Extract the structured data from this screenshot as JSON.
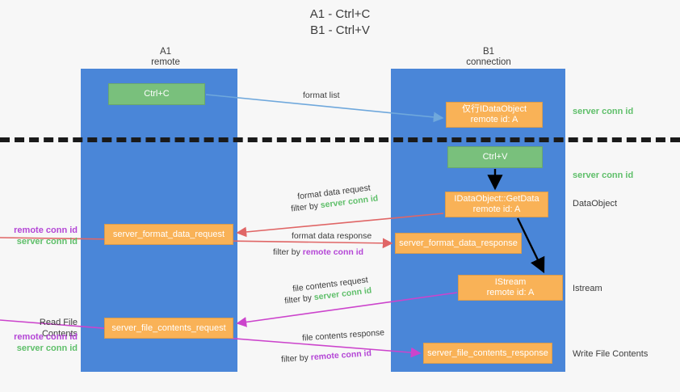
{
  "title": {
    "line1": "A1 - Ctrl+C",
    "line2": "B1 - Ctrl+V"
  },
  "columns": {
    "left": {
      "name": "A1",
      "role": "remote"
    },
    "right": {
      "name": "B1",
      "role": "connection"
    }
  },
  "nodes": {
    "ctrl_c": {
      "label": "Ctrl+C",
      "color": "#79c07c"
    },
    "idataobject": {
      "line1": "仅行IDataObject",
      "line2": "remote id: A",
      "color": "#f9b257"
    },
    "ctrl_v": {
      "label": "Ctrl+V",
      "color": "#79c07c"
    },
    "getdata": {
      "line1": "IDataObject::GetData",
      "line2": "remote id: A",
      "color": "#f9b257"
    },
    "istream": {
      "line1": "IStream",
      "line2": "remote id: A",
      "color": "#f9b257"
    },
    "server_format_data_request": {
      "label": "server_format_data_request"
    },
    "server_format_data_response": {
      "label": "server_format_data_response"
    },
    "server_file_contents_request": {
      "label": "server_file_contents_request"
    },
    "server_file_contents_response": {
      "label": "server_file_contents_response"
    }
  },
  "edges": {
    "format_list": "format list",
    "format_data_request": "format data request",
    "format_data_request_filter_prefix": "filter by ",
    "format_data_request_filter_value": "server conn id",
    "format_data_response": "format data response",
    "format_data_response_filter_prefix": "filter by ",
    "format_data_response_filter_value": "remote conn id",
    "file_contents_request": "file contents request",
    "file_contents_request_filter_prefix": "filter by ",
    "file_contents_request_filter_value": "server conn id",
    "file_contents_response": "file contents response",
    "file_contents_response_filter_prefix": "filter by ",
    "file_contents_response_filter_value": "remote conn id"
  },
  "side_labels": {
    "server_conn_id_top": "server conn id",
    "server_conn_id_mid": "server conn id",
    "dataobject": "DataObject",
    "istream": "Istream",
    "write_file_contents": "Write File Contents",
    "read_file_contents": "Read File Contents",
    "remote_conn_id_1": "remote conn id",
    "server_conn_id_1": "server conn id",
    "remote_conn_id_2": "remote conn id",
    "server_conn_id_2": "server conn id"
  },
  "colors": {
    "lane": "#4a86d8",
    "green_node": "#79c07c",
    "orange_node": "#f9b257",
    "green_text": "#5fbf6a",
    "purple_text": "#b446d6",
    "arrow_blue": "#6fa8dc",
    "arrow_red": "#e06666",
    "arrow_magenta": "#cc44cc",
    "arrow_black": "#000000",
    "background": "#f7f7f7"
  }
}
